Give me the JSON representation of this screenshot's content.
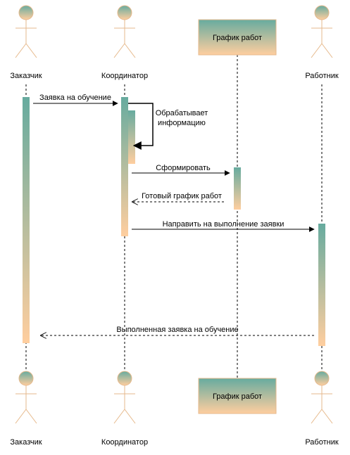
{
  "colors": {
    "gradient_top": "#67AB9F",
    "gradient_bottom": "#FFCE9F",
    "stroke": "#000000",
    "figure_stroke": "#E6B98C"
  },
  "participants": [
    {
      "id": "customer",
      "name": "Заказчик",
      "kind": "actor"
    },
    {
      "id": "coordinator",
      "name": "Координатор",
      "kind": "actor"
    },
    {
      "id": "schedule",
      "name": "График работ",
      "kind": "object"
    },
    {
      "id": "worker",
      "name": "Работник",
      "kind": "actor"
    }
  ],
  "messages": [
    {
      "id": "m1",
      "from": "customer",
      "to": "coordinator",
      "label": "Заявка на обучение",
      "style": "solid"
    },
    {
      "id": "m2",
      "from": "coordinator",
      "to": "coordinator",
      "label_lines": [
        "Обрабатывает",
        "информацию"
      ],
      "style": "self"
    },
    {
      "id": "m3",
      "from": "coordinator",
      "to": "schedule",
      "label": "Сформировать",
      "style": "solid"
    },
    {
      "id": "m4",
      "from": "schedule",
      "to": "coordinator",
      "label": "Готовый график работ",
      "style": "dashed"
    },
    {
      "id": "m5",
      "from": "coordinator",
      "to": "worker",
      "label": "Направить на выполнение заявки",
      "style": "solid"
    },
    {
      "id": "m6",
      "from": "worker",
      "to": "customer",
      "label": "Выполненная заявка на обучение",
      "style": "dashed"
    }
  ]
}
